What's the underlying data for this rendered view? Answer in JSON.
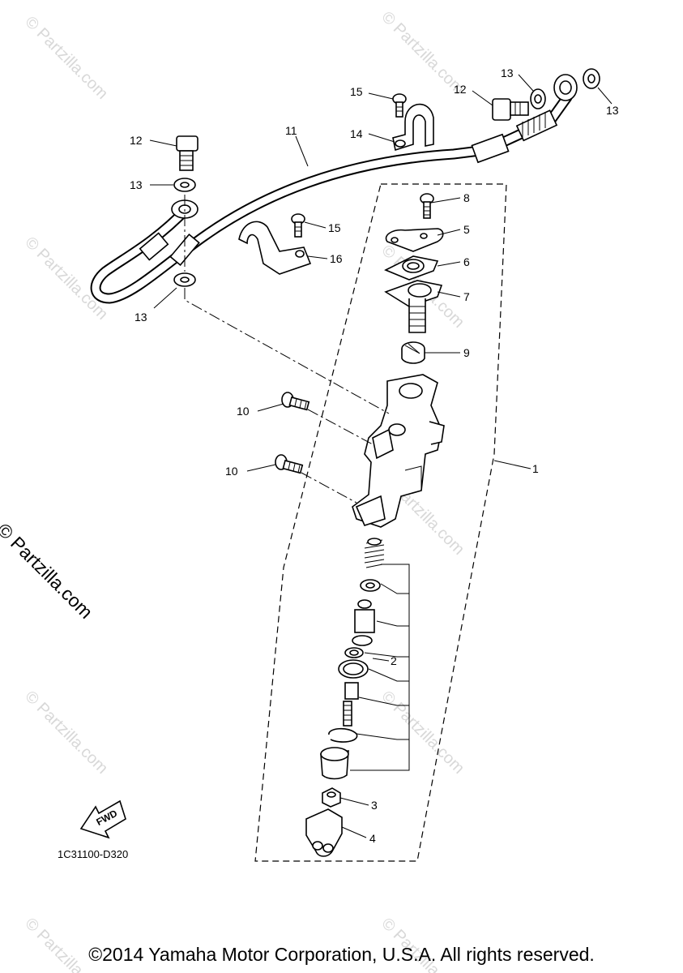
{
  "diagram": {
    "callouts": [
      {
        "id": "c1",
        "text": "1"
      },
      {
        "id": "c2",
        "text": "2"
      },
      {
        "id": "c3",
        "text": "3"
      },
      {
        "id": "c4",
        "text": "4"
      },
      {
        "id": "c5",
        "text": "5"
      },
      {
        "id": "c6",
        "text": "6"
      },
      {
        "id": "c7",
        "text": "7"
      },
      {
        "id": "c8",
        "text": "8"
      },
      {
        "id": "c9",
        "text": "9"
      },
      {
        "id": "c10a",
        "text": "10"
      },
      {
        "id": "c10b",
        "text": "10"
      },
      {
        "id": "c11",
        "text": "11"
      },
      {
        "id": "c12a",
        "text": "12"
      },
      {
        "id": "c12b",
        "text": "12"
      },
      {
        "id": "c13a",
        "text": "13"
      },
      {
        "id": "c13b",
        "text": "13"
      },
      {
        "id": "c13c",
        "text": "13"
      },
      {
        "id": "c13d",
        "text": "13"
      },
      {
        "id": "c14",
        "text": "14"
      },
      {
        "id": "c15a",
        "text": "15"
      },
      {
        "id": "c15b",
        "text": "15"
      },
      {
        "id": "c16",
        "text": "16"
      }
    ],
    "fwd_label": "FWD",
    "diagram_code": "1C31100-D320",
    "watermark_side": "© Partzilla.com",
    "watermark_repeat": "© Partzilla.com",
    "copyright": "©2014 Yamaha Motor Corporation, U.S.A. All rights reserved."
  }
}
